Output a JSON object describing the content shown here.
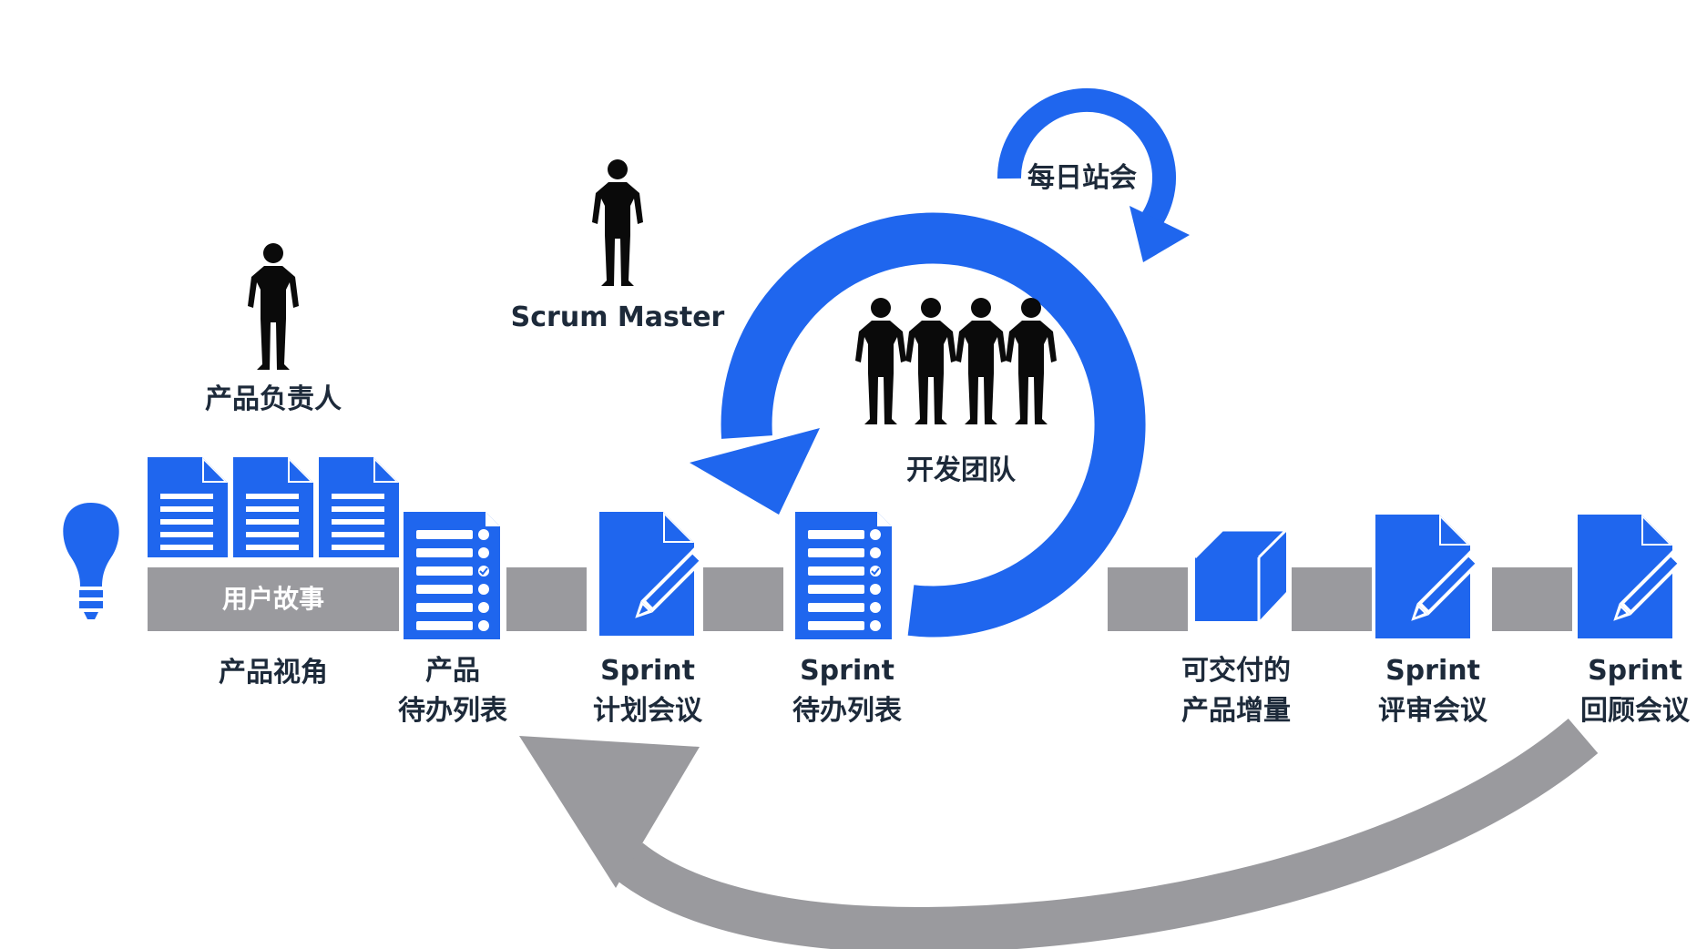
{
  "colors": {
    "blue": "#1f66ee",
    "gray": "#9a9a9e",
    "text": "#1d2a3a",
    "white": "#ffffff"
  },
  "labels": {
    "product_owner": "产品负责人",
    "scrum_master": "Scrum Master",
    "daily_standup": "每日站会",
    "dev_team": "开发团队",
    "user_stories": "用户故事",
    "product_vision": "产品视角",
    "product_backlog_1": "产品",
    "product_backlog_2": "待办列表",
    "sprint_planning_1": "Sprint",
    "sprint_planning_2": "计划会议",
    "sprint_backlog_1": "Sprint",
    "sprint_backlog_2": "待办列表",
    "increment_1": "可交付的",
    "increment_2": "产品增量",
    "sprint_review_1": "Sprint",
    "sprint_review_2": "评审会议",
    "sprint_retro_1": "Sprint",
    "sprint_retro_2": "回顾会议"
  },
  "icons": [
    "lightbulb-icon",
    "document-icon",
    "checklist-icon",
    "edit-document-icon",
    "cube-icon",
    "person-icon",
    "cycle-arrow-icon",
    "return-arrow-icon"
  ]
}
